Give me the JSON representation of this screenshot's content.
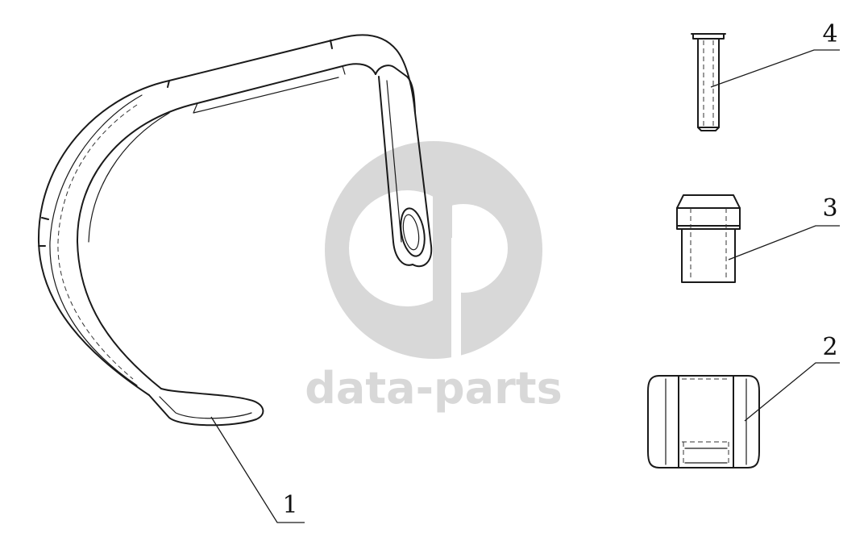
{
  "diagram": {
    "callouts": [
      {
        "id": "part-1",
        "label": "1"
      },
      {
        "id": "part-2",
        "label": "2"
      },
      {
        "id": "part-3",
        "label": "3"
      },
      {
        "id": "part-4",
        "label": "4"
      }
    ]
  },
  "watermark": {
    "text": "data-parts",
    "color": "#d8d8d8"
  }
}
